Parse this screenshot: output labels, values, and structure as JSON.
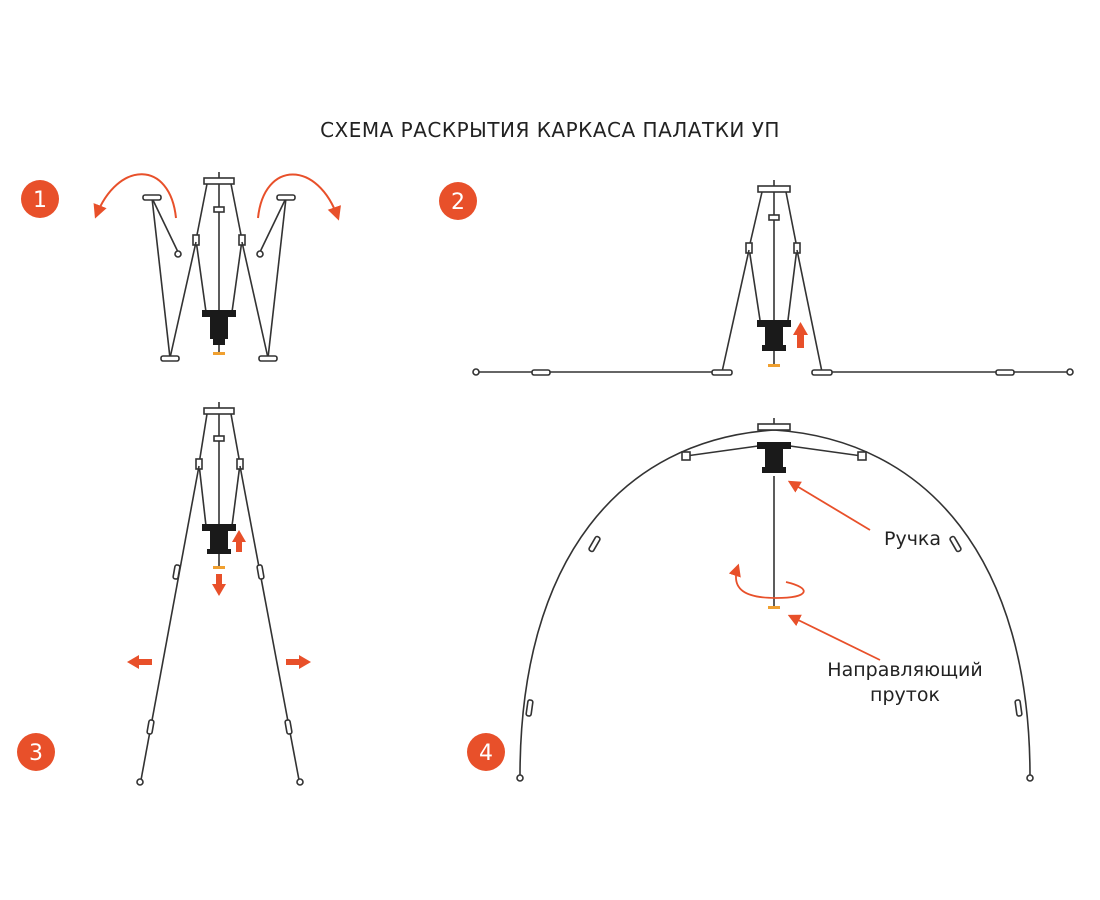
{
  "title": "СХЕМА РАСКРЫТИЯ КАРКАСА ПАЛАТКИ УП",
  "steps": [
    {
      "number": "1"
    },
    {
      "number": "2"
    },
    {
      "number": "3"
    },
    {
      "number": "4"
    }
  ],
  "labels": {
    "handle": "Ручка",
    "guide_rod_line1": "Направляющий",
    "guide_rod_line2": "пруток"
  },
  "colors": {
    "accent": "#e8502a",
    "line": "#333333",
    "part": "#1a1a1a",
    "tip": "#f0a030"
  }
}
